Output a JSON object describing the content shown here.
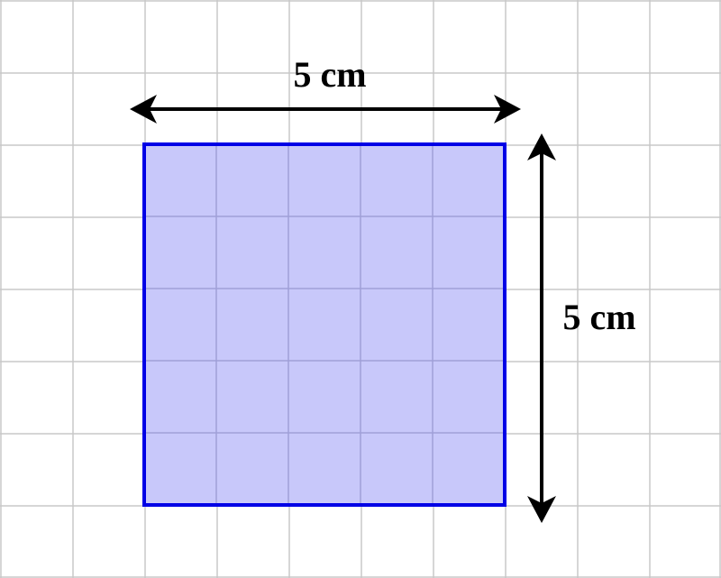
{
  "figure": {
    "width_label": "5 cm",
    "height_label": "5 cm",
    "grid_columns": 10,
    "grid_rows": 8,
    "square_cells": 5,
    "colors": {
      "grid": "#c8c8c8",
      "square_fill": "#c8c8fa",
      "square_border": "#0000e6",
      "arrows": "#000000"
    }
  }
}
